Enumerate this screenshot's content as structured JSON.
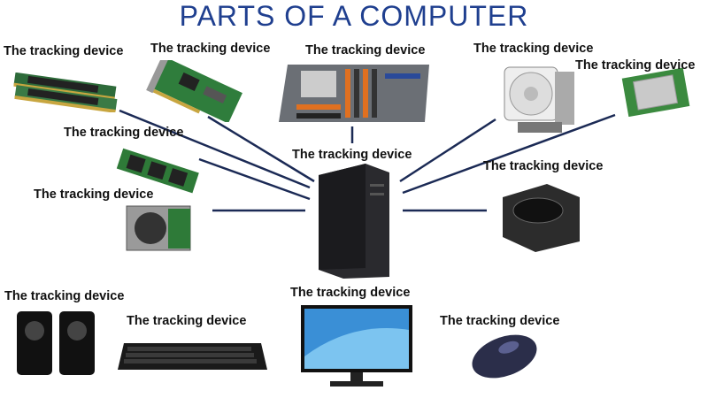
{
  "title": "PARTS OF A COMPUTER",
  "parts": [
    {
      "label": "The tracking device",
      "icon": "ram-icon"
    },
    {
      "label": "The tracking device",
      "icon": "expansion-card-icon"
    },
    {
      "label": "The tracking device",
      "icon": "motherboard-icon"
    },
    {
      "label": "The tracking device",
      "icon": "cpu-cooler-icon"
    },
    {
      "label": "The tracking device",
      "icon": "cpu-icon"
    },
    {
      "label": "The tracking device",
      "icon": "ssd-icon"
    },
    {
      "label": "The tracking device",
      "icon": "computer-tower-icon"
    },
    {
      "label": "The tracking device",
      "icon": "power-supply-icon"
    },
    {
      "label": "The tracking device",
      "icon": "hard-drive-icon"
    },
    {
      "label": "The tracking device",
      "icon": "speakers-icon"
    },
    {
      "label": "The tracking device",
      "icon": "keyboard-icon"
    },
    {
      "label": "The tracking device",
      "icon": "monitor-icon"
    },
    {
      "label": "The tracking device",
      "icon": "mouse-icon"
    }
  ],
  "colors": {
    "title": "#1f3f8f",
    "line": "#1b2a55"
  }
}
